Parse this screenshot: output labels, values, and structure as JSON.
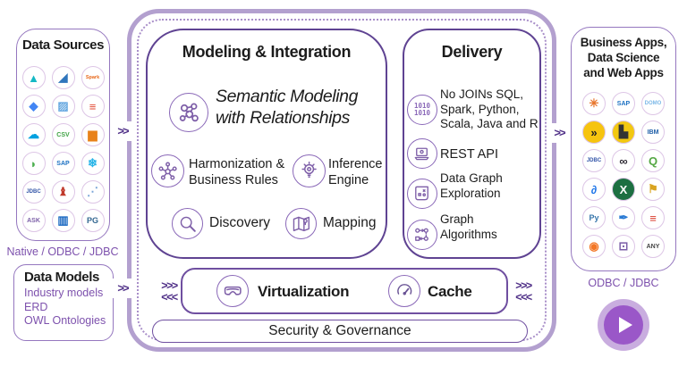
{
  "colors": {
    "accent_purple": "#7e5fa8",
    "shell_border": "#b3a0cf",
    "panel_border": "#5f4392",
    "text_purple": "#7d51ad",
    "play_button": "#9a57c8"
  },
  "arrows": {
    "double": ">>",
    "forward": ">>>",
    "backward": "<<<"
  },
  "left": {
    "data_sources": {
      "title": "Data Sources",
      "caption": "Native / ODBC / JDBC",
      "icons": [
        {
          "name": "delta-lake-icon",
          "glyph": "▲",
          "color": "#14b8c4"
        },
        {
          "name": "azure-icon",
          "glyph": "◢",
          "color": "#2f76bc"
        },
        {
          "name": "spark-icon",
          "glyph": "Spark",
          "color": "#e8681a"
        },
        {
          "name": "google-cloud-icon",
          "glyph": "◆",
          "color": "#4285f4"
        },
        {
          "name": "hive-planks-icon",
          "glyph": "▨",
          "color": "#64a7e0"
        },
        {
          "name": "databricks-icon",
          "glyph": "≡",
          "color": "#e0452e"
        },
        {
          "name": "salesforce-icon",
          "glyph": "☁",
          "color": "#00a1e0"
        },
        {
          "name": "csv-file-icon",
          "glyph": "CSV",
          "color": "#3fa344"
        },
        {
          "name": "aws-emr-icon",
          "glyph": "▆",
          "color": "#e8821a"
        },
        {
          "name": "mongodb-icon",
          "glyph": "◗",
          "color": "#4caf50"
        },
        {
          "name": "sap-hana-icon",
          "glyph": "SAP",
          "color": "#1b70c2"
        },
        {
          "name": "snowflake-icon",
          "glyph": "❄",
          "color": "#29b5e8"
        },
        {
          "name": "jdbc-icon",
          "glyph": "JDBC",
          "color": "#3355a8"
        },
        {
          "name": "red-bird-db-icon",
          "glyph": "♝",
          "color": "#c0392b"
        },
        {
          "name": "dremio-dots-icon",
          "glyph": "⋰",
          "color": "#7aa6d8"
        },
        {
          "name": "ask-icon",
          "glyph": "ASK",
          "color": "#7b5ea7"
        },
        {
          "name": "db-cluster-icon",
          "glyph": "▥",
          "color": "#1565c0"
        },
        {
          "name": "postgresql-icon",
          "glyph": "PG",
          "color": "#336791"
        }
      ]
    },
    "data_models": {
      "title": "Data Models",
      "items": [
        "Industry models",
        "ERD",
        "OWL Ontologies"
      ]
    }
  },
  "center": {
    "modeling": {
      "title": "Modeling & Integration",
      "hero_label": "Semantic Modeling\nwith Relationships",
      "features": [
        {
          "label": "Harmonization &\nBusiness Rules"
        },
        {
          "label": "Inference\nEngine"
        },
        {
          "label": "Discovery"
        },
        {
          "label": "Mapping"
        }
      ]
    },
    "delivery": {
      "title": "Delivery",
      "items": [
        {
          "label": "No JOINs SQL,\nSpark, Python,\nScala, Java and R",
          "icon_text": "1010\n1010"
        },
        {
          "label": "REST API"
        },
        {
          "label": "Data Graph\nExploration"
        },
        {
          "label": "Graph\nAlgorithms"
        }
      ]
    },
    "virtualization_label": "Virtualization",
    "cache_label": "Cache",
    "security_label": "Security & Governance"
  },
  "right": {
    "title_lines": [
      "Business Apps,",
      "Data Science",
      "and Web Apps"
    ],
    "caption": "ODBC / JDBC",
    "icons": [
      {
        "name": "tableau-icon",
        "glyph": "✳",
        "color": "#e8762d"
      },
      {
        "name": "sap-icon",
        "glyph": "SAP",
        "color": "#1b70c2"
      },
      {
        "name": "domo-icon",
        "glyph": "DOMO",
        "color": "#7db9e8"
      },
      {
        "name": "microstrategy-icon",
        "glyph": "»",
        "color": "#222222",
        "bg": "#f6c40f"
      },
      {
        "name": "powerbi-icon",
        "glyph": "▙",
        "color": "#333333",
        "bg": "#f2c811"
      },
      {
        "name": "ibm-cognos-icon",
        "glyph": "IBM",
        "color": "#1f5fa8"
      },
      {
        "name": "jdbc-icon",
        "glyph": "JDBC",
        "color": "#3355a8"
      },
      {
        "name": "infinity-icon",
        "glyph": "∞",
        "color": "#2d2a33"
      },
      {
        "name": "qlik-icon",
        "glyph": "Q",
        "color": "#54a743"
      },
      {
        "name": "looker-icon",
        "glyph": "∂",
        "color": "#1a73e8"
      },
      {
        "name": "excel-icon",
        "glyph": "X",
        "color": "#ffffff",
        "bg": "#1d6f42"
      },
      {
        "name": "analytics-tool-icon",
        "glyph": "⚑",
        "color": "#d9a421"
      },
      {
        "name": "python-icon",
        "glyph": "Py",
        "color": "#3776ab"
      },
      {
        "name": "feather-icon",
        "glyph": "✒",
        "color": "#2b7bd4"
      },
      {
        "name": "scala-icon",
        "glyph": "≡",
        "color": "#d93a2b"
      },
      {
        "name": "jupyter-icon",
        "glyph": "◉",
        "color": "#f37726"
      },
      {
        "name": "web-app-icon",
        "glyph": "⊡",
        "color": "#7b5ea7"
      },
      {
        "name": "any-icon",
        "glyph": "ANY",
        "color": "#444444"
      }
    ]
  }
}
